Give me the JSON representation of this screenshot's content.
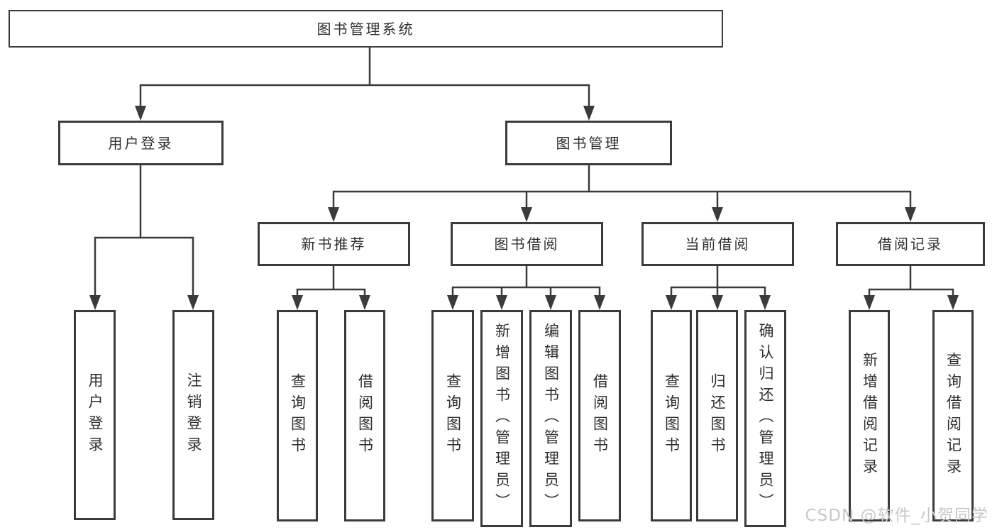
{
  "watermark": "CSDN @软件_小贺同学",
  "colors": {
    "line": "#3b3b3b",
    "border": "#3b3b3b",
    "text": "#2f2f2f",
    "watermark": "#c8c8c8",
    "background": "#ffffff"
  },
  "tree": {
    "root": {
      "label": "图书管理系统"
    },
    "branches": [
      {
        "label": "用户登录",
        "children": [
          {
            "label": "用户登录"
          },
          {
            "label": "注销登录"
          }
        ]
      },
      {
        "label": "图书管理",
        "children": [
          {
            "label": "新书推荐",
            "children": [
              {
                "label": "查询图书"
              },
              {
                "label": "借阅图书"
              }
            ]
          },
          {
            "label": "图书借阅",
            "children": [
              {
                "label": "查询图书"
              },
              {
                "label": "新增图书（管理员）"
              },
              {
                "label": "编辑图书（管理员）"
              },
              {
                "label": "借阅图书"
              }
            ]
          },
          {
            "label": "当前借阅",
            "children": [
              {
                "label": "查询图书"
              },
              {
                "label": "归还图书"
              },
              {
                "label": "确认归还（管理员）"
              }
            ]
          },
          {
            "label": "借阅记录",
            "children": [
              {
                "label": "新增借阅记录"
              },
              {
                "label": "查询借阅记录"
              }
            ]
          }
        ]
      }
    ]
  }
}
